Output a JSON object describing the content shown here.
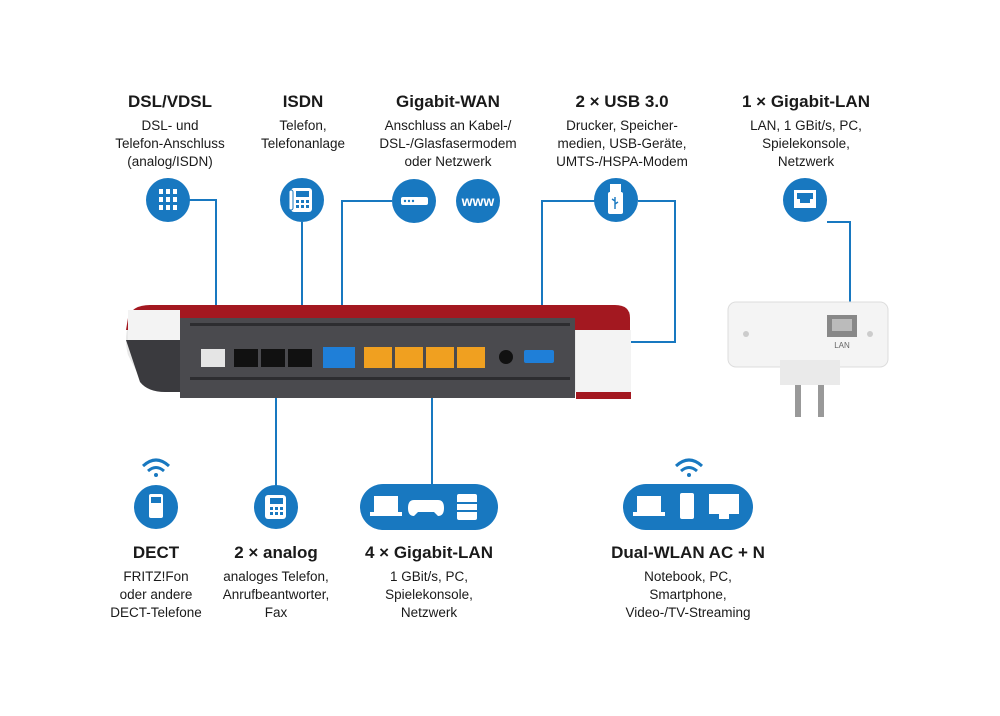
{
  "colors": {
    "accent_blue": "#1878c0",
    "router_red": "#a31820",
    "router_grey": "#4a4a4e",
    "port_orange": "#f0a020",
    "port_blue": "#1f7fd8"
  },
  "features": {
    "dsl": {
      "title": "DSL/VDSL",
      "desc": "DSL- und\nTelefon-Anschluss\n(analog/ISDN)",
      "icon": "dsl-splitter-icon"
    },
    "isdn": {
      "title": "ISDN",
      "desc": "Telefon,\nTelefonanlage",
      "icon": "desk-phone-icon"
    },
    "wan": {
      "title": "Gigabit-WAN",
      "desc": "Anschluss an Kabel-/\nDSL-/Glasfasermodem\noder Netzwerk",
      "icon": "modem-icon",
      "badge": "www"
    },
    "usb": {
      "title": "2 × USB 3.0",
      "desc": "Drucker, Speicher-\nmedien, USB-Geräte,\nUMTS-/HSPA-Modem",
      "icon": "usb-stick-icon"
    },
    "lan1": {
      "title": "1 × Gigabit-LAN",
      "desc": "LAN, 1 GBit/s, PC,\nSpielekonsole,\nNetzwerk",
      "icon": "lan-port-icon"
    },
    "dect": {
      "title": "DECT",
      "desc": "FRITZ!Fon\noder andere\nDECT-Telefone",
      "icon": "cordless-phone-icon"
    },
    "analog": {
      "title": "2 × analog",
      "desc": "analoges Telefon,\nAnrufbeantworter,\nFax",
      "icon": "desk-phone-icon"
    },
    "lan4": {
      "title": "4 × Gigabit-LAN",
      "desc": "1 GBit/s, PC,\nSpielekonsole,\nNetzwerk",
      "icon": "laptop-gamepad-server-icon"
    },
    "wlan": {
      "title": "Dual-WLAN AC + N",
      "desc": "Notebook, PC,\nSmartphone,\nVideo-/TV-Streaming",
      "icon": "laptop-phone-monitor-icon"
    }
  },
  "repeater": {
    "port_label": "LAN"
  }
}
